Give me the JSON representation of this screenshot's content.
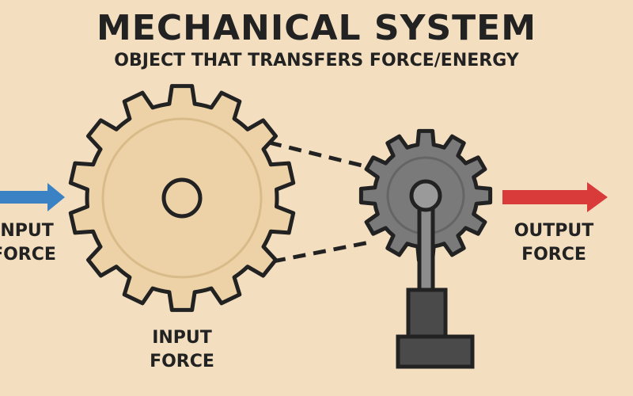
{
  "title": "MECHANICAL SYSTEM",
  "subtitle": "OBJECT THAT TRANSFERS FORCE/ENERGY",
  "labels": {
    "left_arrow": [
      "INPUT",
      "FORCE"
    ],
    "under_gear": [
      "INPUT",
      "FORCE"
    ],
    "right_arrow": [
      "OUTPUT",
      "FORCE"
    ]
  },
  "colors": {
    "background": "#f3dfc0",
    "input_gear": "#ecd2a6",
    "output_gear": "#7a7a7a",
    "input_arrow": "#3b82c4",
    "output_arrow": "#d93a3a",
    "outline": "#222222"
  }
}
